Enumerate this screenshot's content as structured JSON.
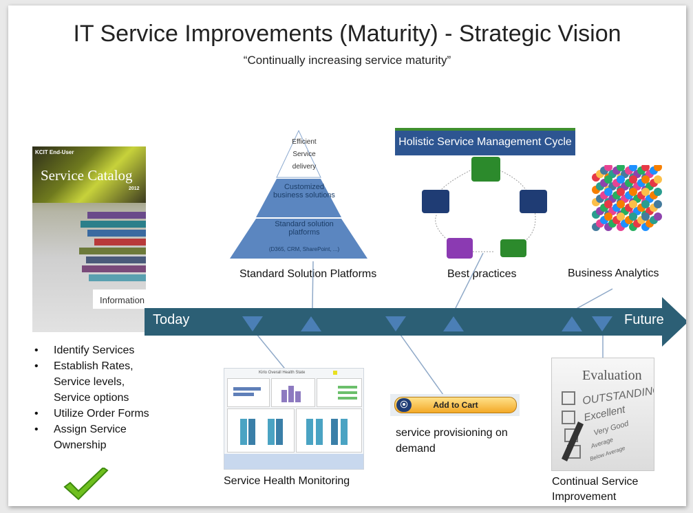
{
  "header": {
    "title": "IT Service Improvements (Maturity) - Strategic Vision",
    "subtitle": "“Continually increasing service maturity”"
  },
  "catalog": {
    "org": "KCIT End-User",
    "title": "Service Catalog",
    "year": "2012",
    "logo_text": "Information"
  },
  "bullets": [
    "Identify Services",
    "Establish Rates, Service levels, Service options",
    "Utilize Order Forms",
    "Assign Service Ownership"
  ],
  "pyramid": {
    "top": "Efficient Service delivery",
    "middle": "Customized business solutions",
    "bottom": "Standard solution platforms",
    "bottom_detail": "(D365, CRM, SharePoint, ...)"
  },
  "service_cycle": {
    "title": "Holistic Service Management Cycle"
  },
  "captions": {
    "standard_platforms": "Standard Solution Platforms",
    "best_practices": "Best practices",
    "business_analytics": "Business Analytics",
    "health_monitoring": "Service Health Monitoring",
    "provisioning": "service provisioning on demand",
    "continual_improvement": "Continual Service Improvement"
  },
  "timeline": {
    "left_label": "Today",
    "right_label": "Future"
  },
  "health_dashboard": {
    "title": "Kirlo Overall Health State"
  },
  "cart": {
    "button_label": "Add to Cart"
  },
  "evaluation_card": {
    "title": "Evaluation",
    "options": [
      "OUTSTANDING",
      "Excellent",
      "Very Good",
      "Average",
      "Below Average"
    ]
  },
  "colors": {
    "timeline": "#2c5f75",
    "pyramid": "#5b86c0",
    "accent_green": "#3f8f2e",
    "header_blue": "#2d5591"
  }
}
